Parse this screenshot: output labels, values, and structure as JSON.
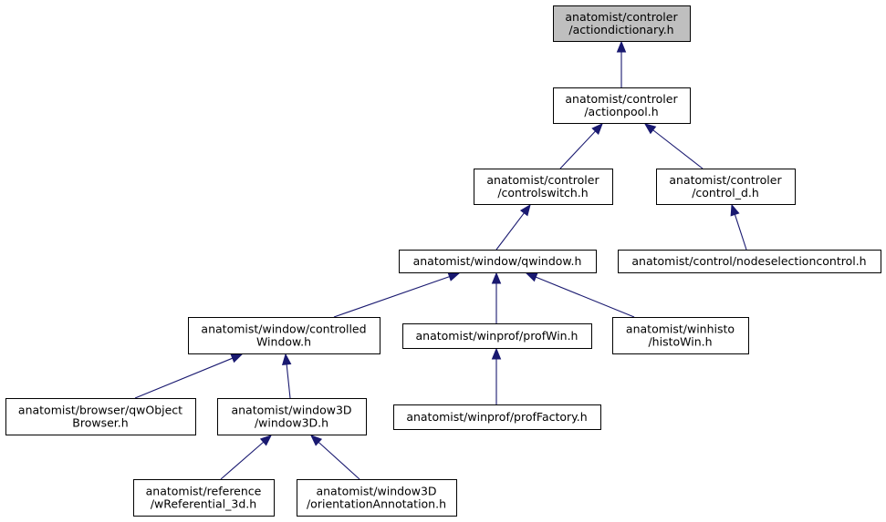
{
  "colors": {
    "highlight_fill": "#bfbfbf",
    "node_fill": "#ffffff",
    "edge": "#191970"
  },
  "nodes": [
    {
      "id": "actiondictionary",
      "lines": [
        "anatomist/controler",
        "/actiondictionary.h"
      ],
      "highlight": true
    },
    {
      "id": "actionpool",
      "lines": [
        "anatomist/controler",
        "/actionpool.h"
      ]
    },
    {
      "id": "controlswitch",
      "lines": [
        "anatomist/controler",
        "/controlswitch.h"
      ]
    },
    {
      "id": "control_d",
      "lines": [
        "anatomist/controler",
        "/control_d.h"
      ]
    },
    {
      "id": "qwindow",
      "lines": [
        "anatomist/window/qwindow.h"
      ]
    },
    {
      "id": "nodeselectioncontrol",
      "lines": [
        "anatomist/control/nodeselectioncontrol.h"
      ]
    },
    {
      "id": "controlledwindow",
      "lines": [
        "anatomist/window/controlled",
        "Window.h"
      ]
    },
    {
      "id": "profwin",
      "lines": [
        "anatomist/winprof/profWin.h"
      ]
    },
    {
      "id": "histowin",
      "lines": [
        "anatomist/winhisto",
        "/histoWin.h"
      ]
    },
    {
      "id": "qwobjectbrowser",
      "lines": [
        "anatomist/browser/qwObject",
        "Browser.h"
      ]
    },
    {
      "id": "window3d",
      "lines": [
        "anatomist/window3D",
        "/window3D.h"
      ]
    },
    {
      "id": "proffactory",
      "lines": [
        "anatomist/winprof/profFactory.h"
      ]
    },
    {
      "id": "wreferential3d",
      "lines": [
        "anatomist/reference",
        "/wReferential_3d.h"
      ]
    },
    {
      "id": "orientationannotation",
      "lines": [
        "anatomist/window3D",
        "/orientationAnnotation.h"
      ]
    }
  ],
  "edges": [
    {
      "from": "actionpool",
      "to": "actiondictionary"
    },
    {
      "from": "controlswitch",
      "to": "actionpool"
    },
    {
      "from": "control_d",
      "to": "actionpool"
    },
    {
      "from": "qwindow",
      "to": "controlswitch"
    },
    {
      "from": "nodeselectioncontrol",
      "to": "control_d"
    },
    {
      "from": "controlledwindow",
      "to": "qwindow"
    },
    {
      "from": "profwin",
      "to": "qwindow"
    },
    {
      "from": "histowin",
      "to": "qwindow"
    },
    {
      "from": "qwobjectbrowser",
      "to": "controlledwindow"
    },
    {
      "from": "window3d",
      "to": "controlledwindow"
    },
    {
      "from": "proffactory",
      "to": "profwin"
    },
    {
      "from": "wreferential3d",
      "to": "window3d"
    },
    {
      "from": "orientationannotation",
      "to": "window3d"
    }
  ]
}
